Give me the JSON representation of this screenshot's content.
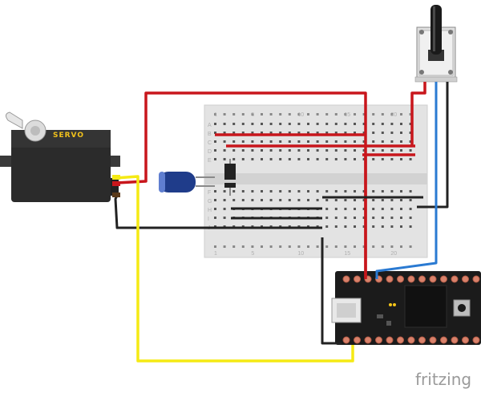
{
  "servo": {
    "label": "SERVO"
  },
  "breadboard": {
    "row_labels": [
      "A",
      "B",
      "C",
      "D",
      "E",
      "F",
      "G",
      "H",
      "I",
      "J"
    ],
    "column_numbers": [
      "1",
      "5",
      "10",
      "15",
      "20"
    ]
  },
  "footer": {
    "brand": "fritzing"
  },
  "colors": {
    "wire_red": "#c8161c",
    "wire_black": "#222222",
    "wire_yellow": "#f5ea14",
    "wire_blue": "#2a7ad2",
    "breadboard": "#e6e6e6",
    "board_pcb": "#1b1b1b",
    "pin_pad": "#d9826b",
    "capacitor": "#1f3c8a",
    "servo_body": "#2b2b2b",
    "brand": "#9a9a9a"
  }
}
